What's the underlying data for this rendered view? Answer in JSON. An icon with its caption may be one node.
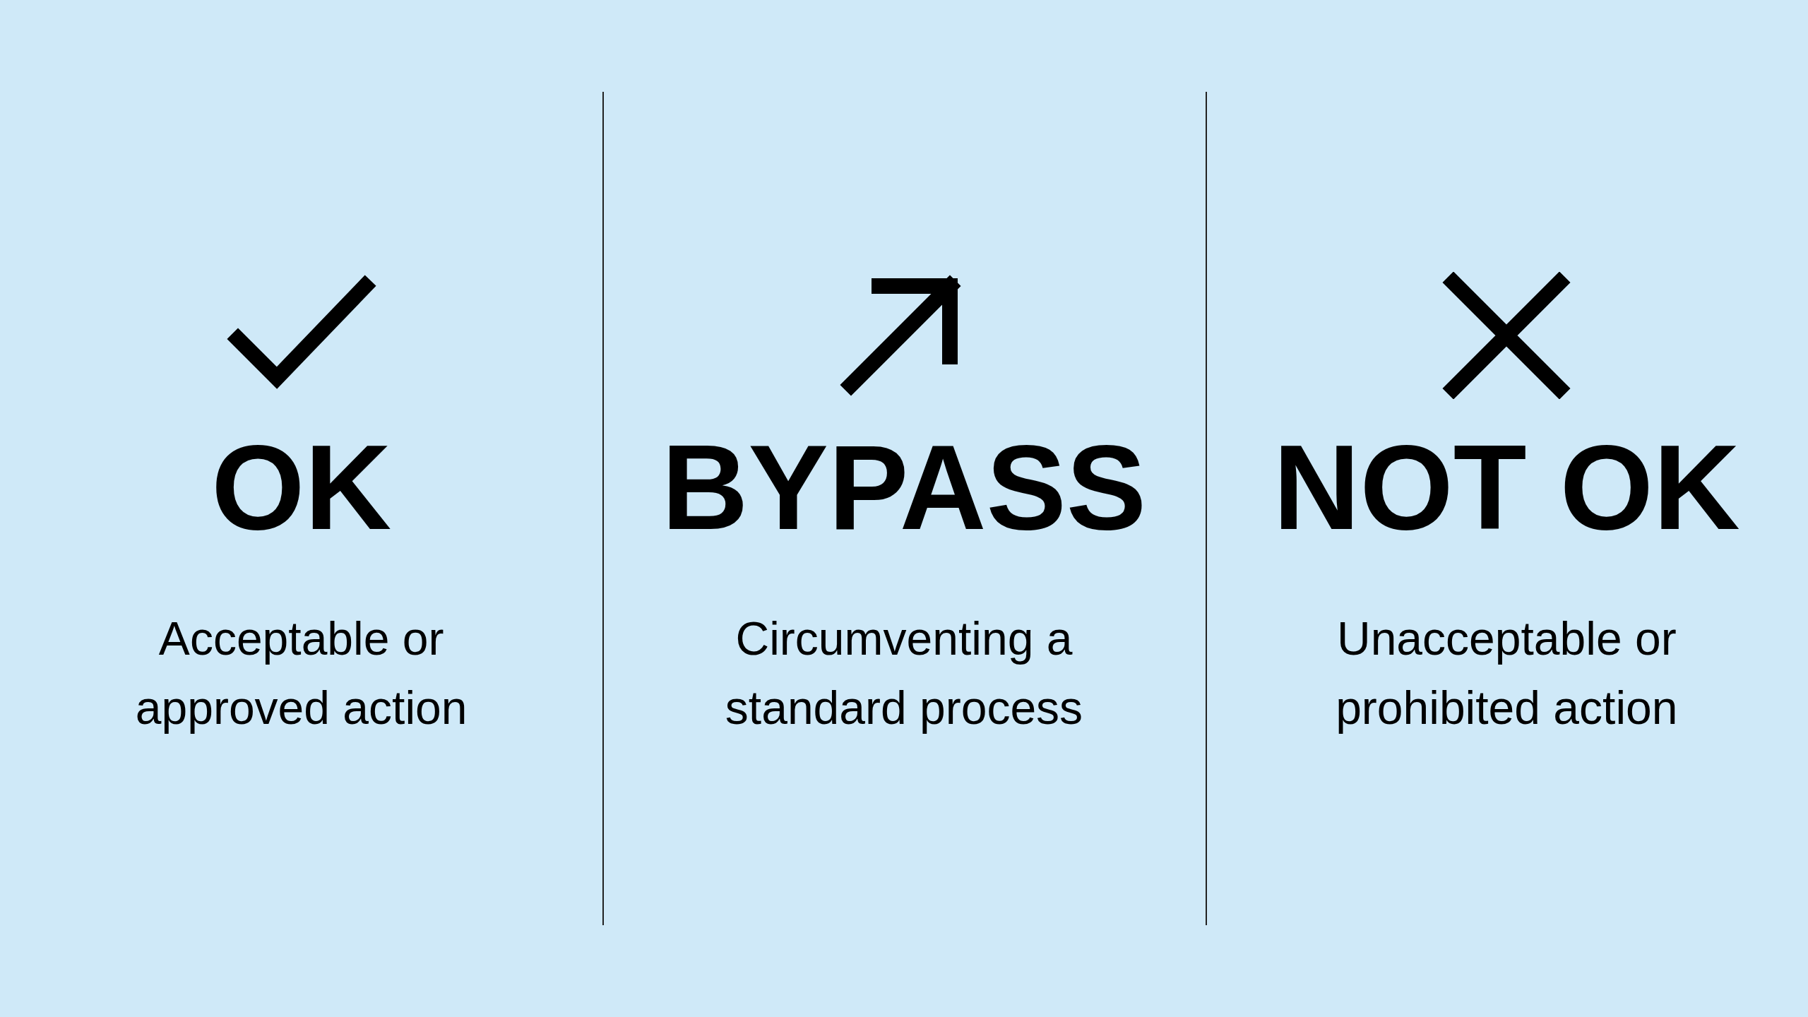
{
  "diagram": {
    "labels": [
      "OK",
      "Acceptable or approved action",
      "BYPASS",
      "Circumventing a standard process",
      "NOT OK",
      "Unacceptable or prohibited action"
    ]
  }
}
